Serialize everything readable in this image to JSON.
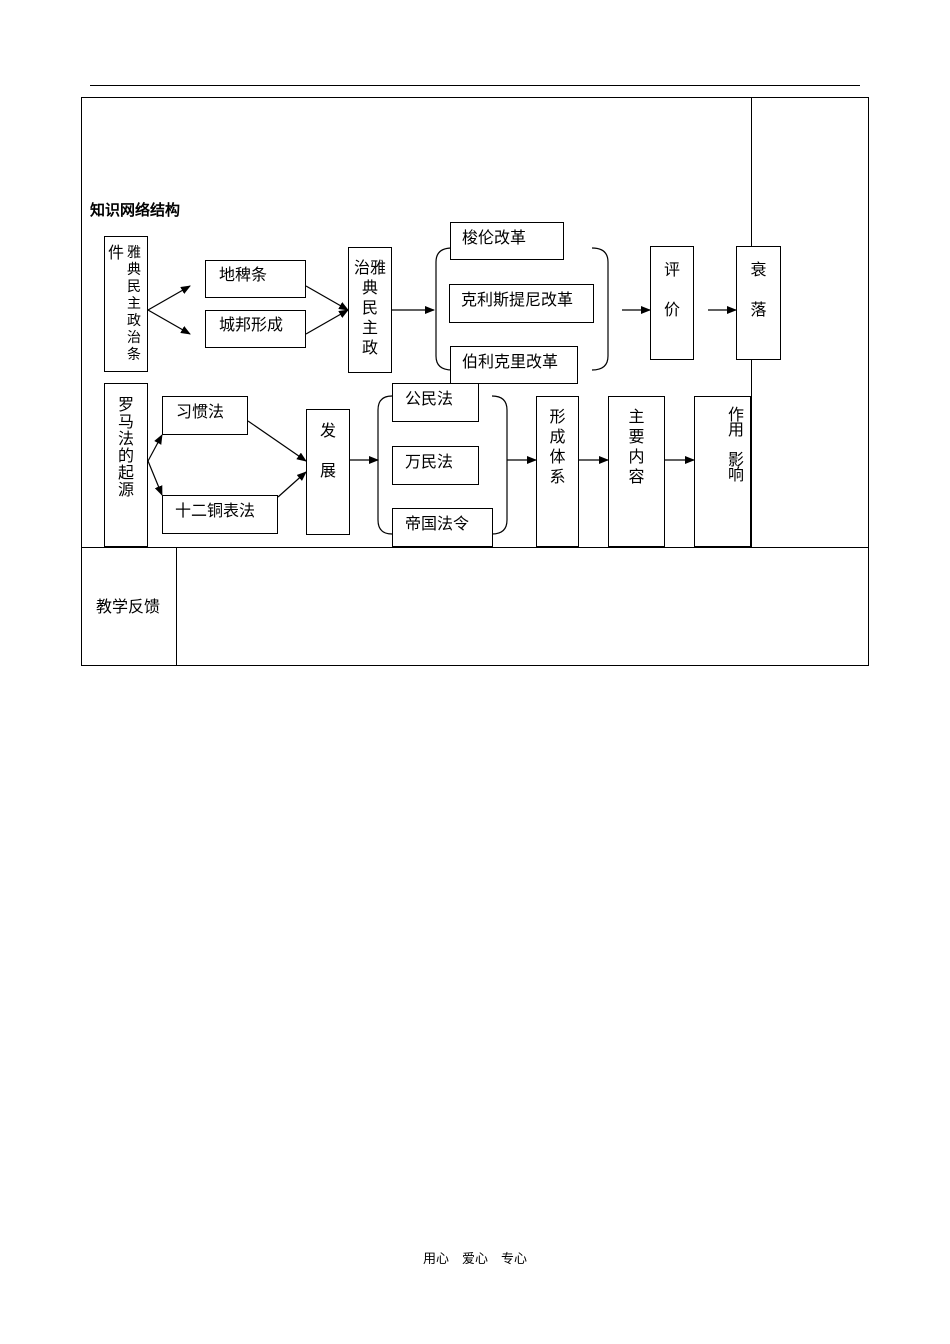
{
  "section_title": "知识网络结构",
  "athens": {
    "conditions_a": "件",
    "conditions_b": "雅\n典\n民\n主\n政\n治\n条",
    "cond1": "地稗条",
    "cond2": "城邦形成",
    "politics": "治雅\n典\n民\n主\n政",
    "reform1": "梭伦改革",
    "reform2": "克利斯提尼改革",
    "reform3": "伯利克里改革",
    "evaluate": "评\n\n价",
    "decline": "衰\n\n落"
  },
  "rome": {
    "origin": "罗\n马\n法\n的\n起\n源",
    "origin1": "习惯法",
    "origin2": "十二铜表法",
    "develop": "发\n\n展",
    "law1": "公民法",
    "law2": "万民法",
    "law3": "帝国法令",
    "system": "形\n成\n体\n系",
    "content": "主\n要\n内\n容",
    "effect": "作\n用\n\n影\n响"
  },
  "feedback_label": "教学反馈",
  "footer": "用心　爱心　专心"
}
